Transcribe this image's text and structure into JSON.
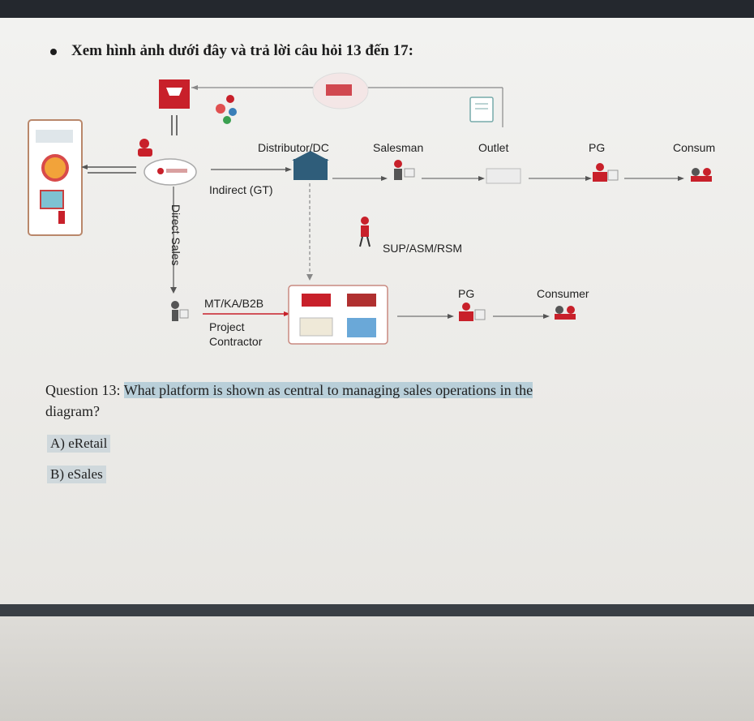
{
  "instruction": "Xem hình ảnh dưới đây và trả lời câu hỏi 13 đến 17:",
  "diagram": {
    "channels": {
      "indirect": "Indirect (GT)",
      "direct": "Direct Sales"
    },
    "top_row": [
      "Distributor/DC",
      "Salesman",
      "Outlet",
      "PG",
      "Consum"
    ],
    "supervisor": "SUP/ASM/RSM",
    "bottom_left": [
      "MT/KA/B2B",
      "Project\nContractor"
    ],
    "bottom_right": [
      "PG",
      "Consumer"
    ]
  },
  "question": {
    "prefix": "Question 13:",
    "text_line1": "What platform is shown as central to managing sales operations in the",
    "text_line2": "diagram?"
  },
  "options": [
    {
      "label": "A) eRetail"
    },
    {
      "label": "B) eSales"
    }
  ],
  "colors": {
    "accent_red": "#c8202a",
    "highlight": "#b9cfd9"
  }
}
